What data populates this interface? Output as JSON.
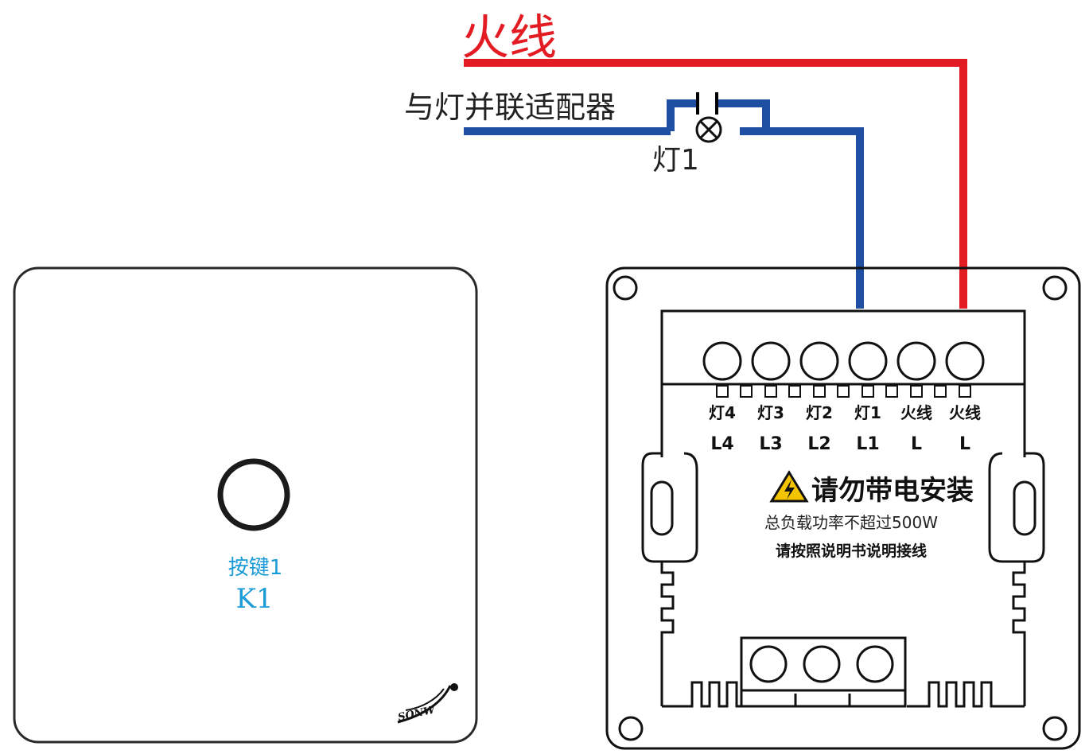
{
  "wires": {
    "live_label": "火线",
    "adapter_label": "与灯并联适配器",
    "lamp_label": "灯1",
    "live_color": "#e31b23",
    "neutral_color": "#1f4fa3"
  },
  "panel": {
    "button_label": "按键1",
    "button_code": "K1",
    "brand": "SONW",
    "accent_color": "#1a9ad6"
  },
  "module": {
    "terminals": [
      {
        "cn": "灯4",
        "code": "L4"
      },
      {
        "cn": "灯3",
        "code": "L3"
      },
      {
        "cn": "灯2",
        "code": "L2"
      },
      {
        "cn": "灯1",
        "code": "L1"
      },
      {
        "cn": "火线",
        "code": "L"
      },
      {
        "cn": "火线",
        "code": "L"
      }
    ],
    "warning_title": "请勿带电安装",
    "warning_load": "总负载功率不超过500W",
    "warning_note": "请按照说明书说明接线",
    "warning_icon": "high-voltage-warning-icon"
  }
}
